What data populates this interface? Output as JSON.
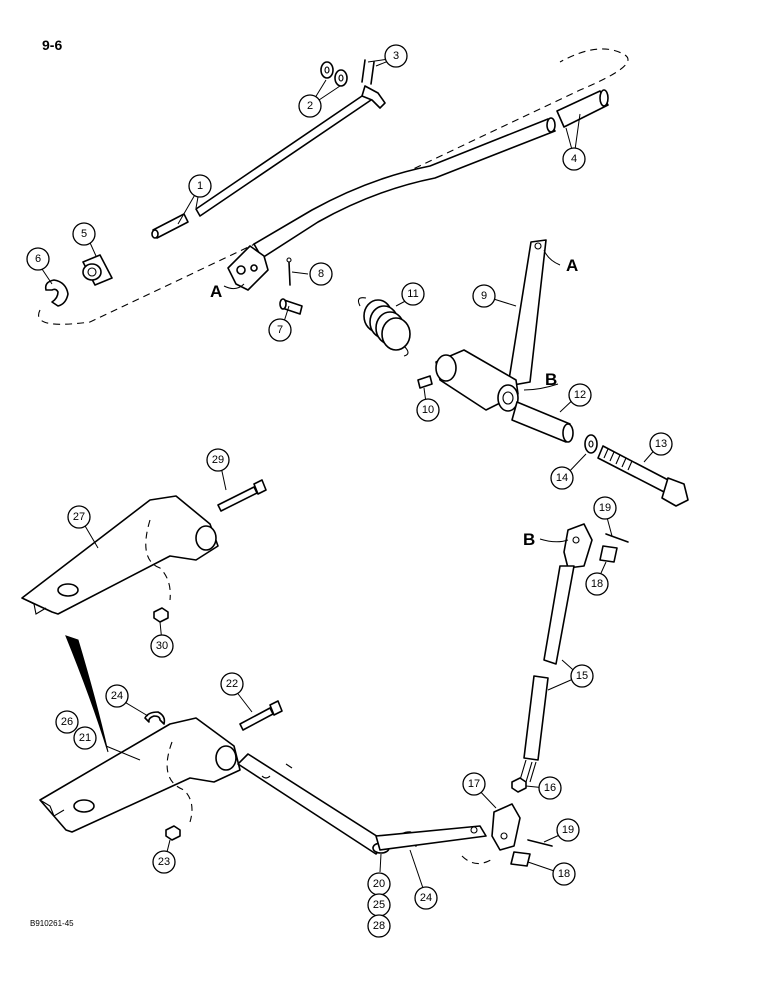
{
  "page_number": "9-6",
  "drawing_code": "B910261-45",
  "reference_letters": [
    "A",
    "A",
    "B",
    "B"
  ],
  "callouts": [
    "1",
    "2",
    "3",
    "4",
    "5",
    "6",
    "7",
    "8",
    "9",
    "10",
    "11",
    "12",
    "13",
    "14",
    "15",
    "16",
    "17",
    "18",
    "18",
    "19",
    "19",
    "20",
    "21",
    "22",
    "23",
    "24",
    "24",
    "25",
    "26",
    "27",
    "28",
    "29",
    "30"
  ]
}
